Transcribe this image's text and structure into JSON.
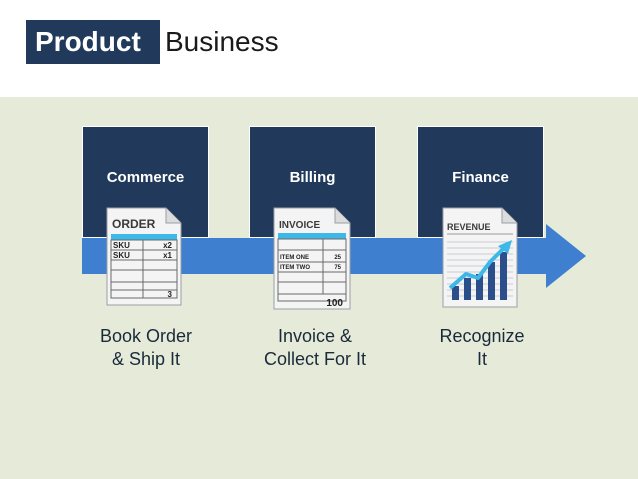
{
  "title": {
    "highlight": "Product",
    "rest": "Business"
  },
  "stages": [
    {
      "label": "Commerce",
      "caption": [
        "Book Order",
        "& Ship It"
      ],
      "icon": "order-document-icon"
    },
    {
      "label": "Billing",
      "caption": [
        "Invoice &",
        "Collect For It"
      ],
      "icon": "invoice-document-icon"
    },
    {
      "label": "Finance",
      "caption": [
        "Recognize",
        "It"
      ],
      "icon": "revenue-chart-icon"
    }
  ],
  "order_doc": {
    "heading": "ORDER",
    "rows": [
      [
        "SKU",
        "x2"
      ],
      [
        "SKU",
        "x1"
      ]
    ],
    "total": "3"
  },
  "invoice_doc": {
    "heading": "INVOICE",
    "rows": [
      [
        "ITEM ONE",
        "25"
      ],
      [
        "ITEM TWO",
        "75"
      ]
    ],
    "total": "100"
  },
  "revenue_doc": {
    "heading": "REVENUE"
  },
  "colors": {
    "navy": "#213a5c",
    "arrow": "#3f7fcf",
    "panel": "#e5ead9",
    "highlight": "#3db8e8",
    "chart_bar": "#2a4f8a"
  }
}
